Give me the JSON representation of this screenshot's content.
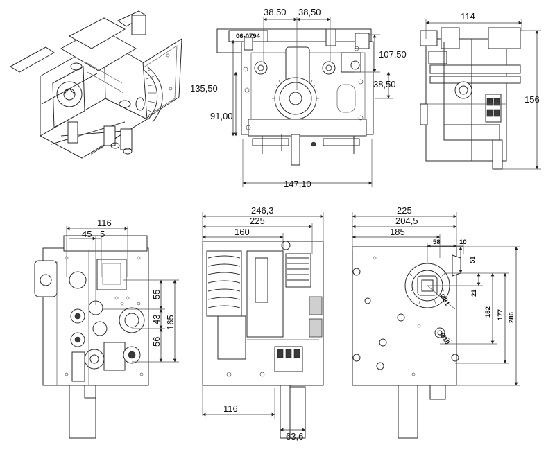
{
  "views": {
    "isometric": {
      "name": "Isometric view"
    },
    "front_top": {
      "name": "Front view (top)",
      "label_plate": "06-0794",
      "dims": {
        "left_offset": "38,50",
        "right_offset": "38,50",
        "top_height": "107,50",
        "overall_height": "135,50",
        "mid_right_height": "38,50",
        "lower_height": "91,00",
        "overall_width": "147,10"
      }
    },
    "side_top": {
      "name": "Side view (top)",
      "dims": {
        "width": "114",
        "height": "156"
      }
    },
    "front_bottom": {
      "name": "Front view (bottom)",
      "dims": {
        "width": "116",
        "left_a": "45",
        "left_b": "5",
        "h1": "55",
        "h2": "43",
        "h3": "165",
        "h4": "56"
      }
    },
    "side_bottom": {
      "name": "Side view (bottom)",
      "dims": {
        "overall": "246,3",
        "body": "225",
        "spring": "160",
        "base": "116",
        "shaft": "63,6"
      }
    },
    "rear_bottom": {
      "name": "Rear view (bottom)",
      "dims": {
        "w1": "225",
        "w2": "204,5",
        "w3": "185",
        "w4": "58",
        "w5": "10",
        "h1": "51",
        "h2": "21",
        "h3": "152",
        "h4": "177",
        "h5": "286",
        "d1": "Ø81",
        "d2": "Ø10"
      }
    }
  }
}
